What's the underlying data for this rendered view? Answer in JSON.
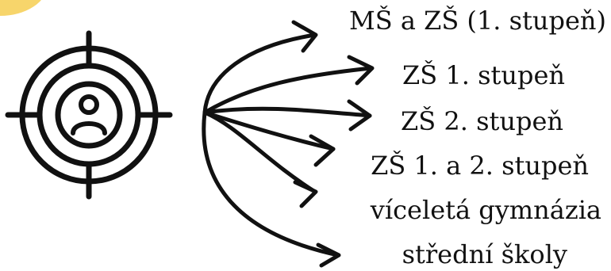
{
  "diagram": {
    "icon": "target-user-icon",
    "accent_color": "#f7d56b",
    "stroke_color": "#111111",
    "targets": [
      "MŠ a ZŠ (1. stupeň)",
      "ZŠ 1. stupeň",
      "ZŠ 2. stupeň",
      "ZŠ 1. a 2. stupeň",
      "víceletá gymnázia",
      "střední školy"
    ]
  }
}
